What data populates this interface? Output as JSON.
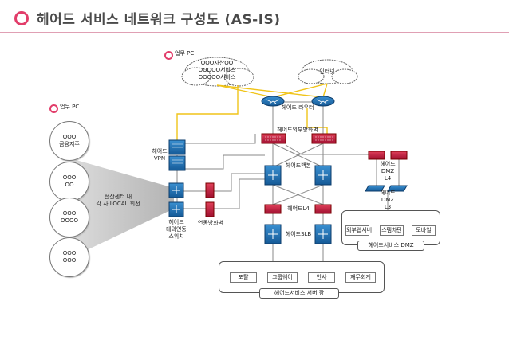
{
  "title": "헤어드 서비스 네트워크 구성도 (AS-IS)",
  "colors": {
    "accent": "#e23d6a",
    "switch": "#1a6fb4",
    "firewall": "#c4163a",
    "server": "#8a9a70",
    "yellow_link": "#f0c419"
  },
  "labels": {
    "office_pc_top": "업무 PC",
    "office_pc_left": "업무 PC",
    "cloud_left_text": [
      "OOO자산OO",
      "OOOOO서비스",
      "OOOOO서비스"
    ],
    "cloud_right_text": "인터넷",
    "router": "헤어드 라우터",
    "external_fw": "헤어드외부방화벽",
    "vpn": [
      "헤어드",
      "VPN"
    ],
    "backbone": "헤어드백본",
    "dmz_l4_top": [
      "헤어드",
      "DMZ",
      "L4"
    ],
    "dmz_l3": [
      "헤어드",
      "DMZ",
      "L3"
    ],
    "l4": "헤어드L4",
    "slb": "헤어드SLB",
    "link_switch": [
      "헤어드",
      "대외연동",
      "스위치"
    ],
    "link_fw": "연동방화벽",
    "local_line": [
      "전산센터 내",
      "각 사 LOCAL 회선"
    ],
    "server_farm": "헤어드서비스 서버 팜",
    "dmz_service": "헤어드서비스 DMZ"
  },
  "branches": [
    [
      "OOO",
      "금융지주"
    ],
    [
      "OOO",
      "OO"
    ],
    [
      "OOO",
      "OOOO"
    ],
    [
      "OOO",
      "OOO"
    ]
  ],
  "dmz_servers": [
    "외부웹서버",
    "스팸차단",
    "모바일"
  ],
  "farm_servers": [
    "포탈",
    "그룹웨어",
    "인사",
    "재무회계"
  ]
}
